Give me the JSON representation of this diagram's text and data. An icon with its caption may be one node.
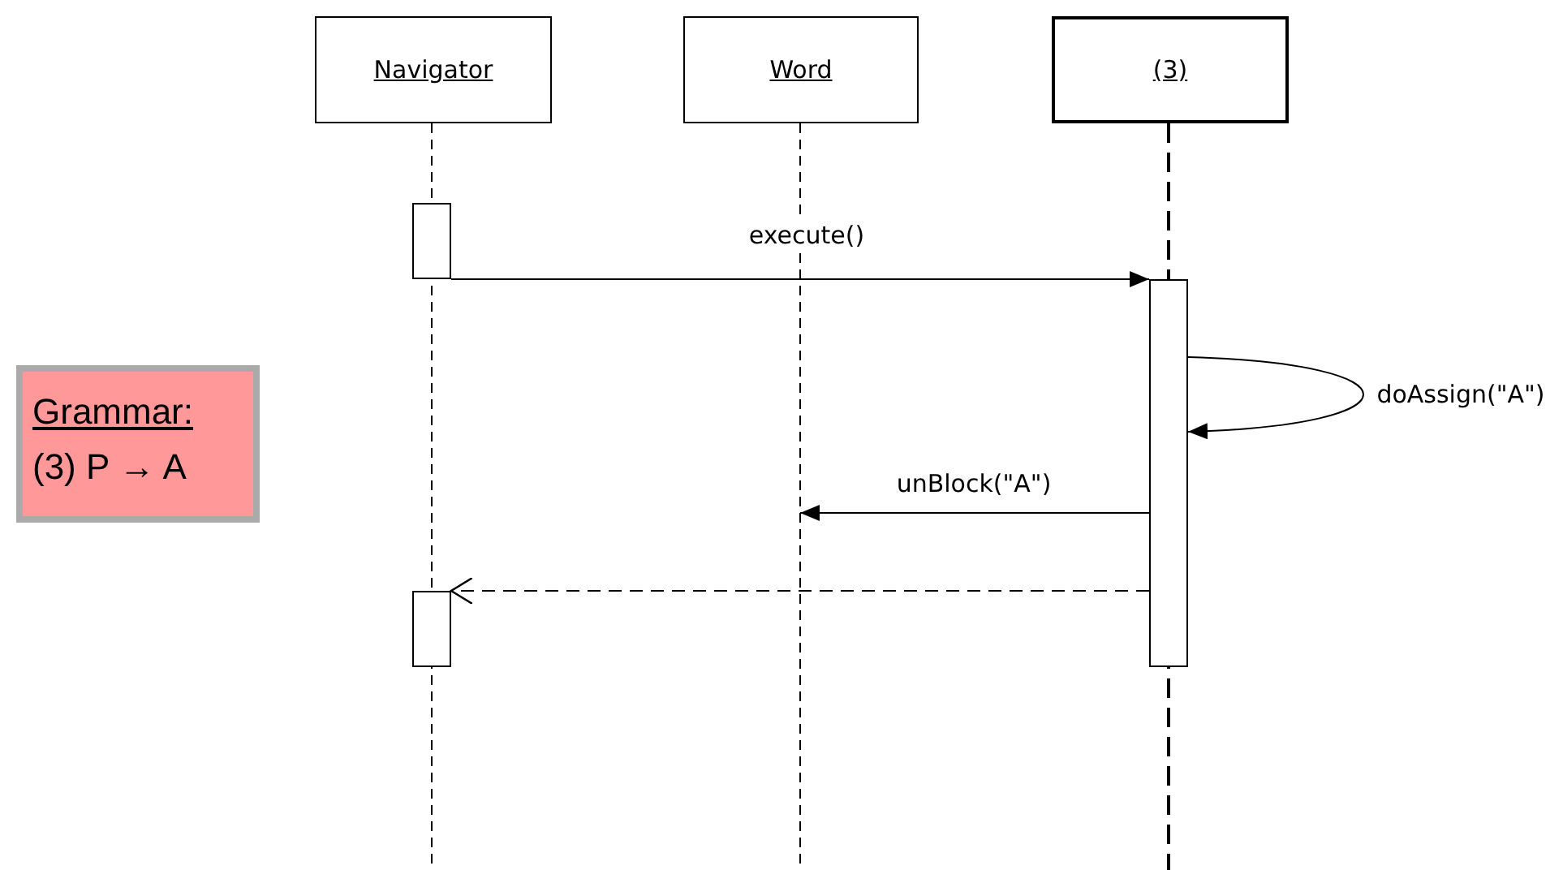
{
  "diagram": {
    "nodes": [
      {
        "text": [
          "Navigator"
        ]
      },
      {
        "text": [
          "Word"
        ]
      },
      {
        "text": [
          "(3)"
        ]
      },
      {
        "text": [],
        "shape": "bar"
      },
      {
        "text": [],
        "shape": "bar"
      },
      {
        "text": [],
        "shape": "bar"
      },
      {
        "text": [
          "Grammar:",
          "(3) P → A"
        ]
      }
    ],
    "edges": [
      {
        "from": 3,
        "to": 4,
        "arrow": "to",
        "label": "execute()"
      },
      {
        "from": 4,
        "to": 4,
        "arrow": "to",
        "label": "doAssign(\"A\")"
      },
      {
        "from": 4,
        "to": null,
        "arrow": "to",
        "label": "unBlock(\"A\")"
      },
      {
        "from": 4,
        "to": 5,
        "arrow": "to",
        "style": "dashed"
      }
    ]
  }
}
